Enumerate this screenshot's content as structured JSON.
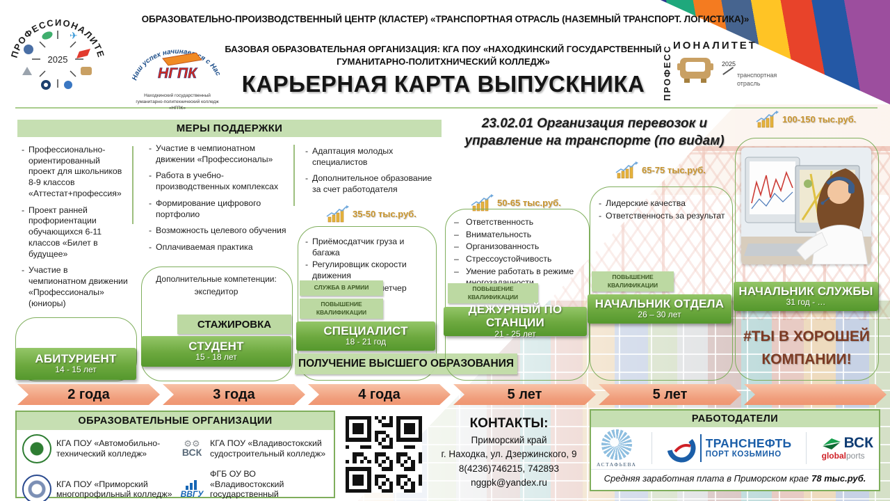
{
  "colors": {
    "accent_green": "#6ca83e",
    "light_green": "#c6dfb2",
    "salmon": "#f0a482",
    "salary_gold": "#c8952f",
    "hashtag_brown": "#7c3b24",
    "brand_blue": "#1b5ea8"
  },
  "header": {
    "top_line": "ОБРАЗОВАТЕЛЬНО-ПРОИЗВОДСТВЕННЫЙ  ЦЕНТР (КЛАСТЕР) «ТРАНСПОРТНАЯ  ОТРАСЛЬ (НАЗЕМНЫЙ  ТРАНСПОРТ. ЛОГИСТИКА)»",
    "base_org_line1": "БАЗОВАЯ ОБРАЗОВАТЕЛЬНАЯ ОРГАНИЗАЦИЯ: КГА ПОУ «НАХОДКИНСКИЙ ГОСУДАРСТВЕННЫЙ",
    "base_org_line2": "ГУМАНИТАРНО-ПОЛИТХНИЧЕСКИЙ КОЛЛЕДЖ»",
    "main_title": "КАРЬЕРНАЯ  КАРТА ВЫПУСКНИКА"
  },
  "left_logo": {
    "arc_text": "ПРОФЕССИОНАЛИТЕТ",
    "year": "2025"
  },
  "ngpk_logo": {
    "arc_text": "Наш успех начинается с Нас",
    "abbr": "НГПК",
    "caption_line1": "Находкинский государственный",
    "caption_line2": "гуманитарно-политехнический колледж",
    "caption_line3": "«НГПК»"
  },
  "right_logo": {
    "word_vertical": "ПРОФЕСС",
    "word_horizontal": "ИОНАЛИТЕТ",
    "year": "2025",
    "industry_line1": "транспортная",
    "industry_line2": "отрасль"
  },
  "program": {
    "title_line1": "23.02.01 Организация  перевозок  и",
    "title_line2": "управление  на транспорте  (по видам)"
  },
  "support": {
    "header": "МЕРЫ ПОДДЕРЖКИ",
    "col1": [
      "Профессионально-ориентированный проект для  школьников 8-9 классов «Аттестат+профессия»",
      "Проект ранней профориентации обучающихся 6-11 классов «Билет  в будущее»",
      "Участие в чемпионатном движении «Профессионалы» (юниоры)"
    ],
    "col2": [
      "Участие в чемпионатном движении «Профессионалы»",
      "Работа в учебно-производственных комплексах",
      "Формирование  цифрового портфолио",
      "Возможность  целевого  обучения",
      "Оплачиваемая  практика"
    ],
    "col3": [
      "Адаптация  молодых  специалистов",
      "Дополнительное  образование  за счет работодателя"
    ]
  },
  "stages": {
    "abiturient": {
      "title": "АБИТУРИЕНТ",
      "age": "14 - 15 лет"
    },
    "student": {
      "note_line1": "Дополнительные  компетенции:",
      "note_line2": "экспедитор",
      "internship": "СТАЖИРОВКА",
      "title": "СТУДЕНТ",
      "age": "15 - 18 лет"
    },
    "specialist": {
      "salary": "35-50 тыс.руб.",
      "bullets": [
        "Приёмосдатчик  груза и багажа",
        "Регулировщик  скорости движения",
        "Маневровый  диспетчер"
      ],
      "army": "СЛУЖБА  В АРМИИ",
      "upskill": "ПОВЫШЕНИЕ КВАЛИФИКАЦИИ",
      "title": "СПЕЦИАЛИСТ",
      "age": "18 - 21 год"
    },
    "station_duty": {
      "salary": "50-65 тыс.руб.",
      "bullets": [
        "Ответственность",
        "Внимательность",
        "Организованность",
        "Стрессоустойчивость",
        "Умение  работать в режиме многозадачности"
      ],
      "upskill": "ПОВЫШЕНИЕ КВАЛИФИКАЦИИ",
      "title": "ДЕЖУРНЫЙ ПО СТАНЦИИ",
      "age": "21 - 25 лет"
    },
    "dept_head": {
      "salary": "65-75 тыс.руб.",
      "bullets": [
        "Лидерские  качества",
        "Ответственность  за результат"
      ],
      "upskill": "ПОВЫШЕНИЕ КВАЛИФИКАЦИИ",
      "title": "НАЧАЛЬНИК ОТДЕЛА",
      "age": "26 – 30 лет"
    },
    "service_head": {
      "salary": "100-150 тыс.руб.",
      "title": "НАЧАЛЬНИК СЛУЖБЫ",
      "age": "31 год - …"
    }
  },
  "higher_education_banner": "ПОЛУЧЕНИЕ  ВЫСШЕГО  ОБРАЗОВАНИЯ",
  "hashtag": "#ТЫ В ХОРОШЕЙ КОМПАНИИ!",
  "timeline": [
    "2 года",
    "3 года",
    "4 года",
    "5 лет",
    "5 лет",
    ""
  ],
  "edu_orgs": {
    "header": "ОБРАЗОВАТЕЛЬНЫЕ  ОРГАНИЗАЦИИ",
    "items": [
      {
        "name": "КГА ПОУ  «Автомобильно-технический колледж»"
      },
      {
        "name": "КГА ПОУ  «Владивостокский судостроительный колледж»",
        "logo_abbr": "ВСК"
      },
      {
        "name": "КГА ПОУ  «Приморский многопрофильный  колледж»"
      },
      {
        "name": "ФГБ ОУ ВО  «Владивостокский государственный университет»",
        "logo_abbr": "ВВГУ"
      }
    ]
  },
  "contacts": {
    "header": "КОНТАКТЫ:",
    "line1": "Приморский край",
    "line2": "г. Находка, ул. Дзержинского, 9",
    "line3": "8(4236)746215,  742893",
    "line4": "nggpk@yandex.ru"
  },
  "employers": {
    "header": "РАБОТОДАТЕЛИ",
    "astafyeva": "АСТАФЬЕВА",
    "transneft_line1": "ТРАНСНЕФТЬ",
    "transneft_line2": "ПОРТ КОЗЬМИНО",
    "vsk": "ВСК",
    "global": "global",
    "ports": "ports",
    "salary_note": "Средняя заработная  плата в Приморском  крае",
    "salary_value": "78 тыс.руб."
  }
}
